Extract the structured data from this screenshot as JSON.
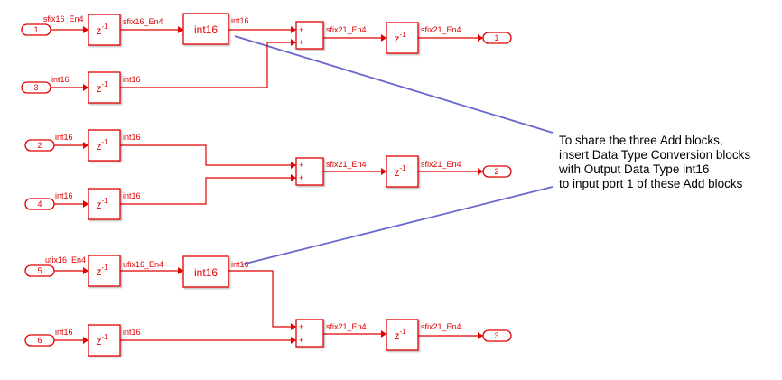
{
  "inports": [
    "1",
    "3",
    "2",
    "4",
    "5",
    "6"
  ],
  "outports": [
    "1",
    "2",
    "3"
  ],
  "delay_label": "z",
  "delay_exp": "-1",
  "dtc_label": "int16",
  "plus": "+",
  "signals": {
    "in1": "sfix16_En4",
    "in1_out": "sfix16_En4",
    "dtc1_out": "int16",
    "in3": "int16",
    "in3_out": "int16",
    "sum1_out": "sfix21_En4",
    "d1_out": "sfix21_En4",
    "in2": "int16",
    "in2_out": "int16",
    "in4": "int16",
    "in4_out": "int16",
    "sum2_out": "sfix21_En4",
    "d2_out": "sfix21_En4",
    "in5": "ufix16_En4",
    "in5_out": "ufix16_En4",
    "dtc2_out": "int16",
    "in6": "int16",
    "in6_out": "int16",
    "sum3_out": "sfix21_En4",
    "d3_out": "sfix21_En4"
  },
  "annotation": [
    "To share the three Add blocks,",
    "insert Data Type Conversion blocks",
    "with Output Data Type int16",
    "to input port 1 of these Add blocks"
  ],
  "colors": {
    "signal": "#e00000",
    "annotation_line": "#6666cc"
  }
}
